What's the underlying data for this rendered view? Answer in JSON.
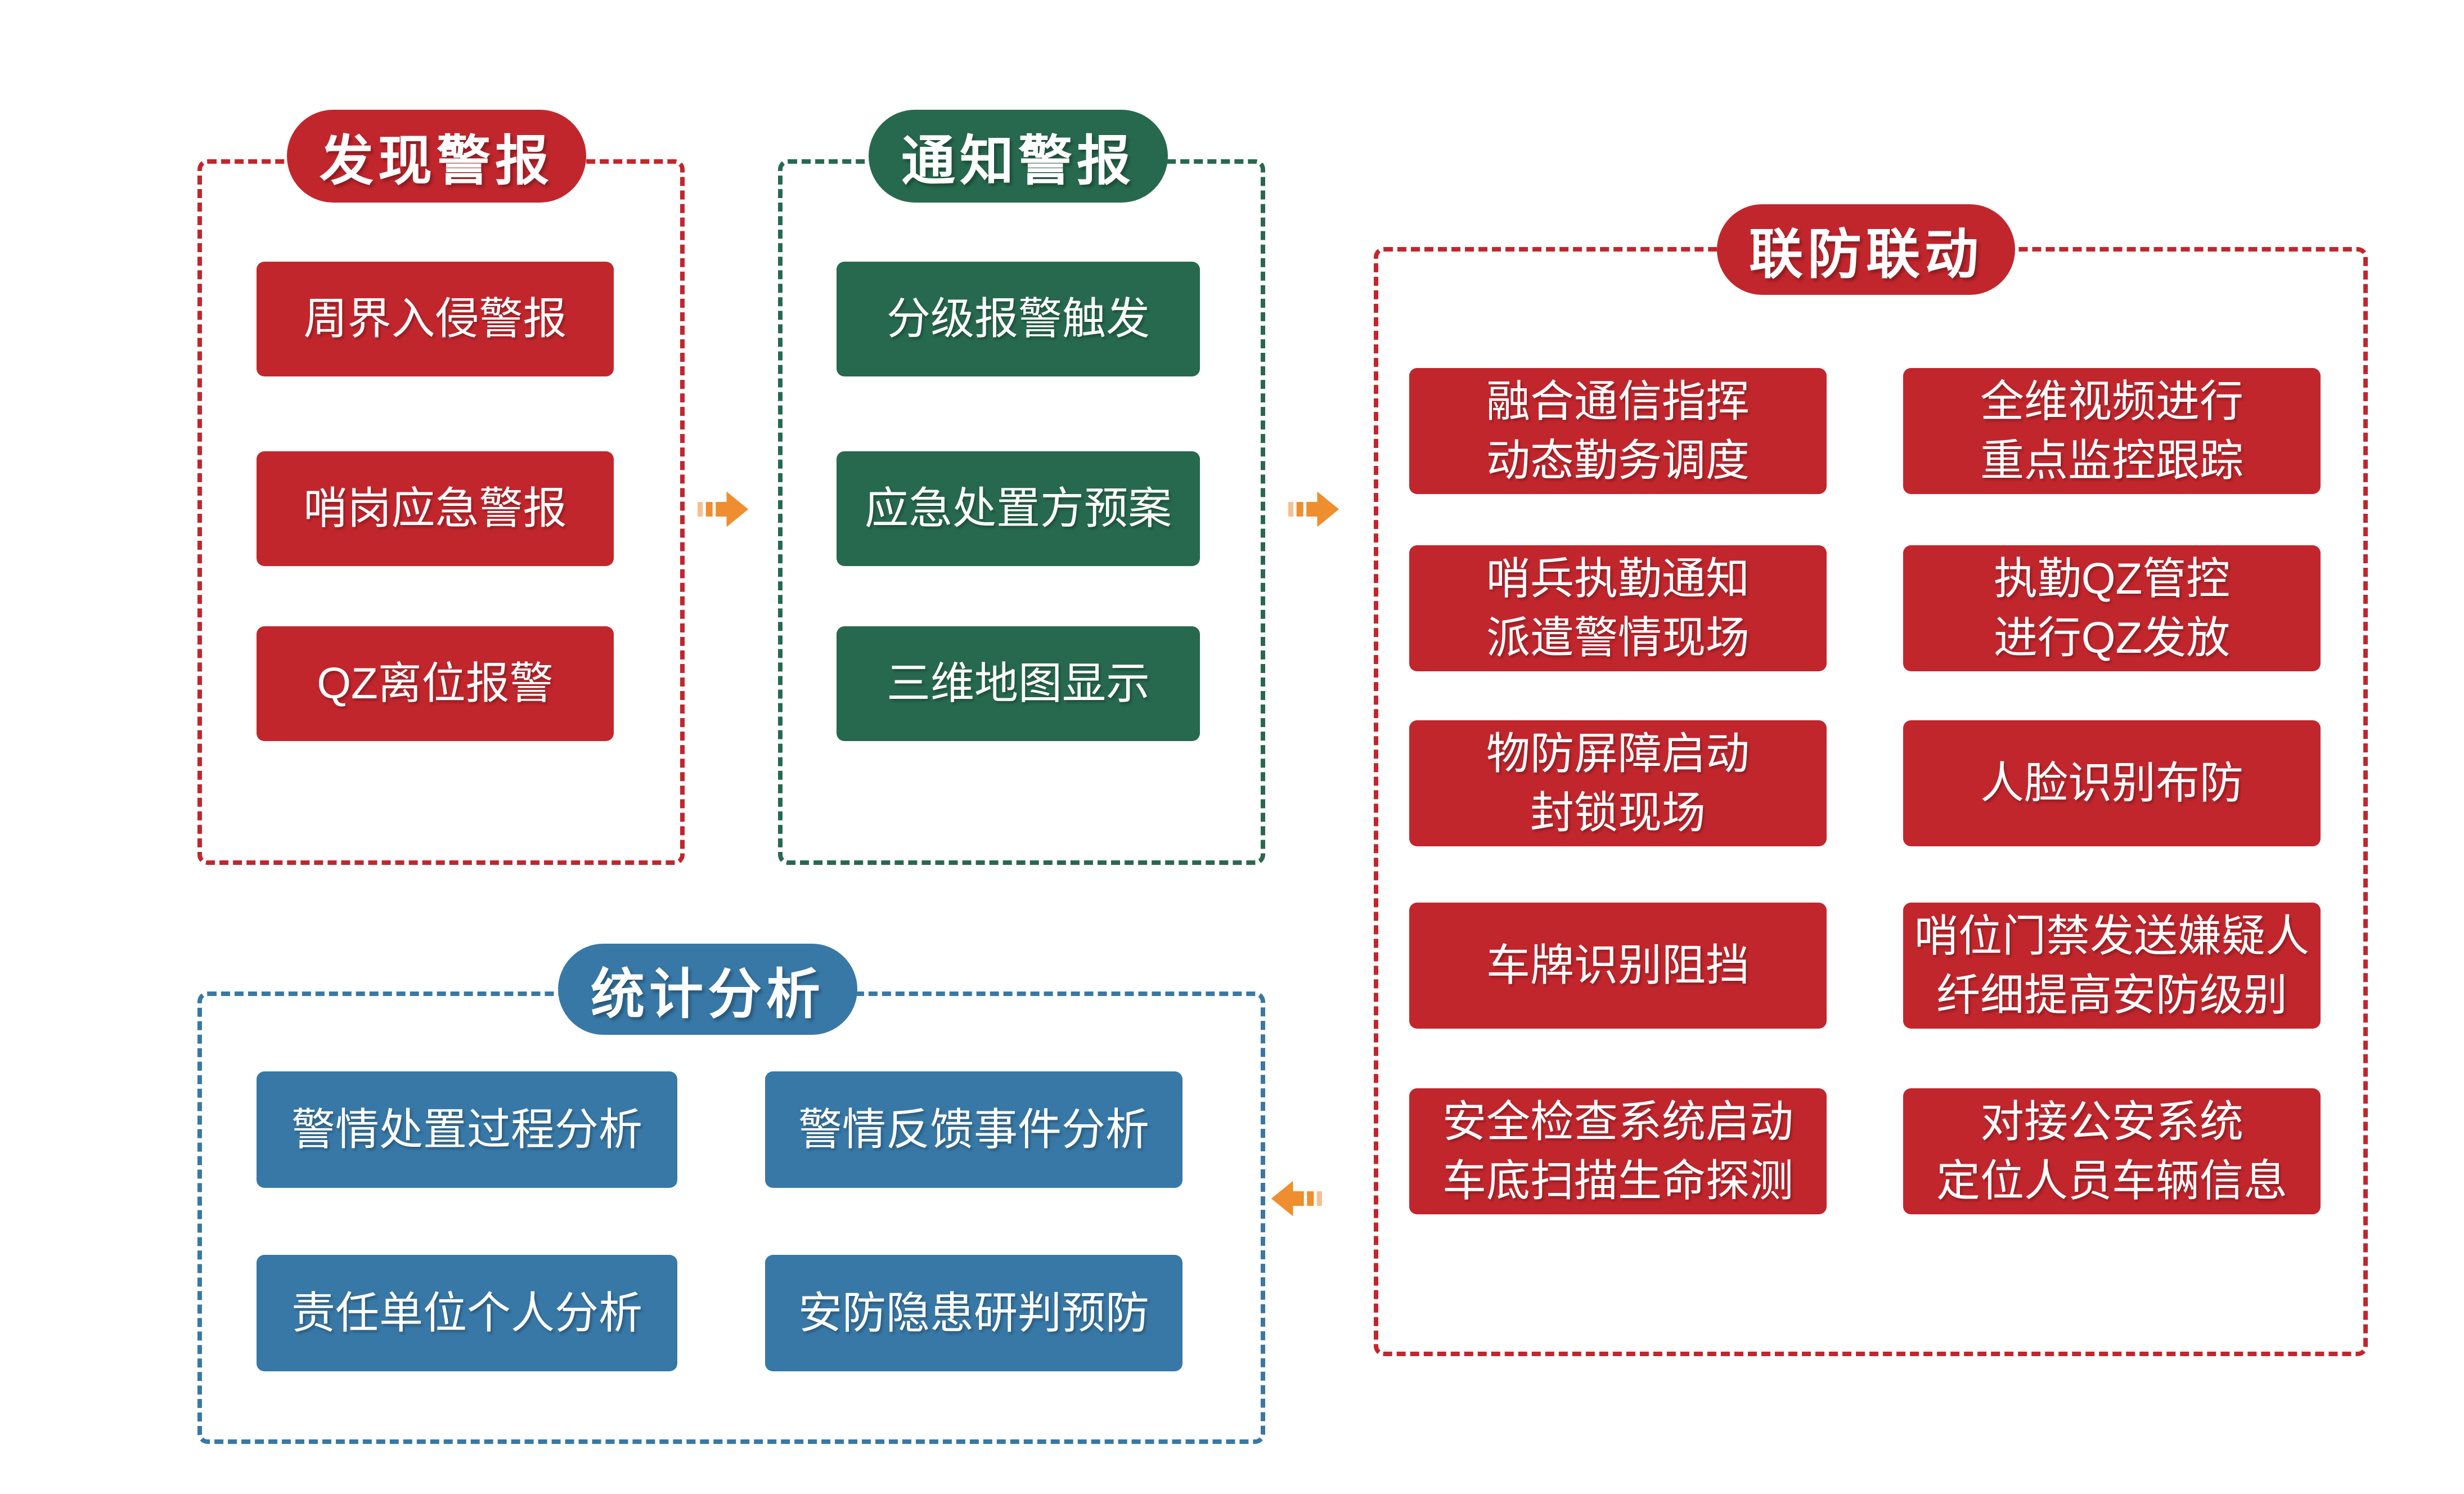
{
  "colors": {
    "red": "#C2262D",
    "green": "#27694F",
    "blue": "#3878A6",
    "arrow_orange": "#EF8E2E",
    "arrow_orange_light": "#F6BF92",
    "background": "#FFFFFF"
  },
  "sections": {
    "discover": {
      "title": "发现警报",
      "items": [
        "周界入侵警报",
        "哨岗应急警报",
        "QZ离位报警"
      ]
    },
    "notify": {
      "title": "通知警报",
      "items": [
        "分级报警触发",
        "应急处置方预案",
        "三维地图显示"
      ]
    },
    "linkage": {
      "title": "联防联动",
      "rows": [
        {
          "left": "融合通信指挥\n动态勤务调度",
          "right": "全维视频进行\n重点监控跟踪"
        },
        {
          "left": "哨兵执勤通知\n派遣警情现场",
          "right": "执勤QZ管控\n进行QZ发放"
        },
        {
          "left": "物防屏障启动\n封锁现场",
          "right": "人脸识别布防"
        },
        {
          "left": "车牌识别阻挡",
          "right": "哨位门禁发送嫌疑人\n纤细提高安防级别"
        },
        {
          "left": "安全检查系统启动\n车底扫描生命探测",
          "right": "对接公安系统\n定位人员车辆信息"
        }
      ]
    },
    "stats": {
      "title": "统计分析",
      "items": [
        "警情处置过程分析",
        "警情反馈事件分析",
        "责任单位个人分析",
        "安防隐患研判预防"
      ]
    }
  },
  "arrows": [
    {
      "direction": "right",
      "from": "discover",
      "to": "notify"
    },
    {
      "direction": "right",
      "from": "notify",
      "to": "linkage"
    },
    {
      "direction": "left",
      "from": "linkage",
      "to": "stats"
    }
  ]
}
